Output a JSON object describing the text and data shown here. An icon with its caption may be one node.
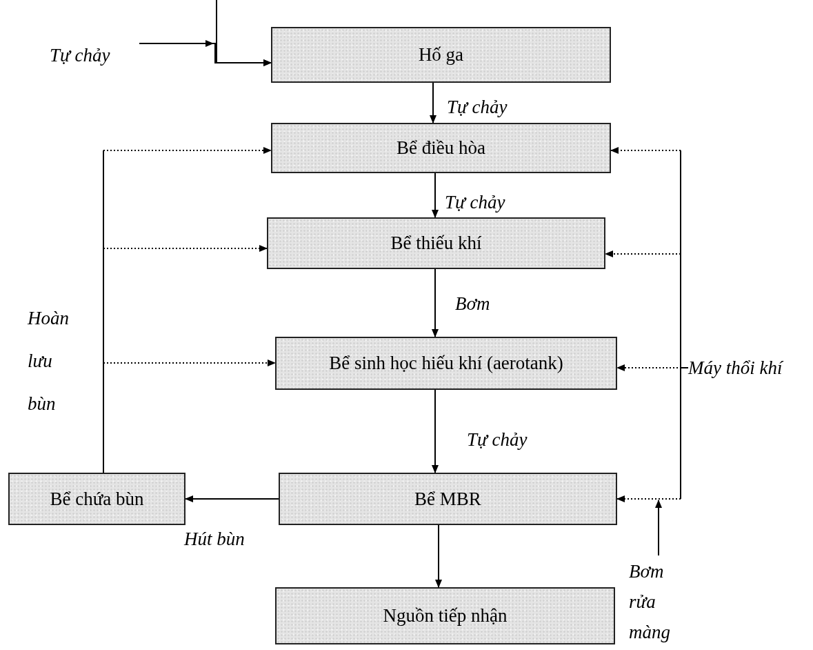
{
  "diagram": {
    "nodes": [
      {
        "text": [
          "Hố ga"
        ]
      },
      {
        "text": [
          "Bể điều hòa"
        ]
      },
      {
        "text": [
          "Bể thiếu khí"
        ]
      },
      {
        "text": [
          "Bể sinh học hiếu khí (aerotank)"
        ]
      },
      {
        "text": [
          "Bể chứa bùn"
        ]
      },
      {
        "text": [
          "Bể MBR"
        ]
      },
      {
        "text": [
          "Nguồn tiếp nhận"
        ]
      },
      {
        "text": [
          "Tự chảy"
        ]
      },
      {
        "text": [
          "Máy thổi khí"
        ]
      },
      {
        "text": [
          "Bơm rửa màng"
        ]
      }
    ],
    "edges": [
      {
        "from": null,
        "to": 0,
        "arrow": "to"
      },
      {
        "from": 7,
        "to": 0,
        "arrow": "to"
      },
      {
        "from": 0,
        "to": 1,
        "arrow": "to",
        "label": "Tự chảy"
      },
      {
        "from": 1,
        "to": 2,
        "arrow": "to",
        "label": "Tự chảy"
      },
      {
        "from": 2,
        "to": 3,
        "arrow": "to",
        "label": "Bơm"
      },
      {
        "from": 3,
        "to": 5,
        "arrow": "to",
        "label": "Tự chảy"
      },
      {
        "from": 5,
        "to": 4,
        "arrow": "to",
        "label": "Hút bùn"
      },
      {
        "from": 5,
        "to": 6,
        "arrow": "to"
      },
      {
        "from": 4,
        "to": 1,
        "arrow": "to",
        "style": "dashed"
      },
      {
        "from": 4,
        "to": 2,
        "arrow": "to",
        "style": "dashed"
      },
      {
        "from": 4,
        "to": 3,
        "arrow": "to",
        "style": "dashed"
      },
      {
        "from": 8,
        "to": 1,
        "arrow": "to",
        "style": "dashed"
      },
      {
        "from": 8,
        "to": 2,
        "arrow": "to",
        "style": "dashed"
      },
      {
        "from": 8,
        "to": 3,
        "arrow": "to",
        "style": "dashed"
      },
      {
        "from": 8,
        "to": 5,
        "arrow": "to",
        "style": "dashed"
      },
      {
        "from": 9,
        "to": 5,
        "arrow": "to"
      }
    ],
    "labels": [
      "Hoàn lưu bùn"
    ]
  }
}
